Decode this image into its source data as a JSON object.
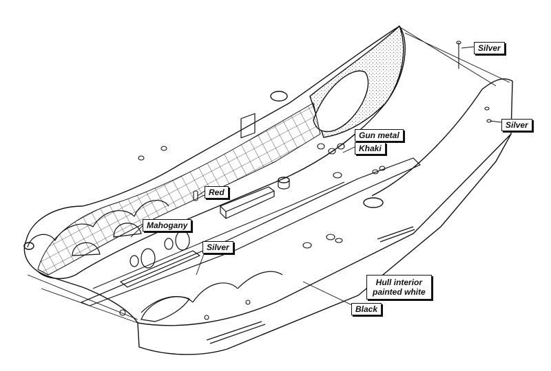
{
  "labels": {
    "silver_top": "Silver",
    "silver_side": "Silver",
    "gun_metal": "Gun metal",
    "khaki": "Khaki",
    "red": "Red",
    "mahogany": "Mahogany",
    "silver_mid": "Silver",
    "hull_interior_line1": "Hull interior",
    "hull_interior_line2": "painted white",
    "black": "Black"
  },
  "colors": {
    "line": "#111111",
    "background": "#ffffff",
    "stipple": "#555555"
  }
}
